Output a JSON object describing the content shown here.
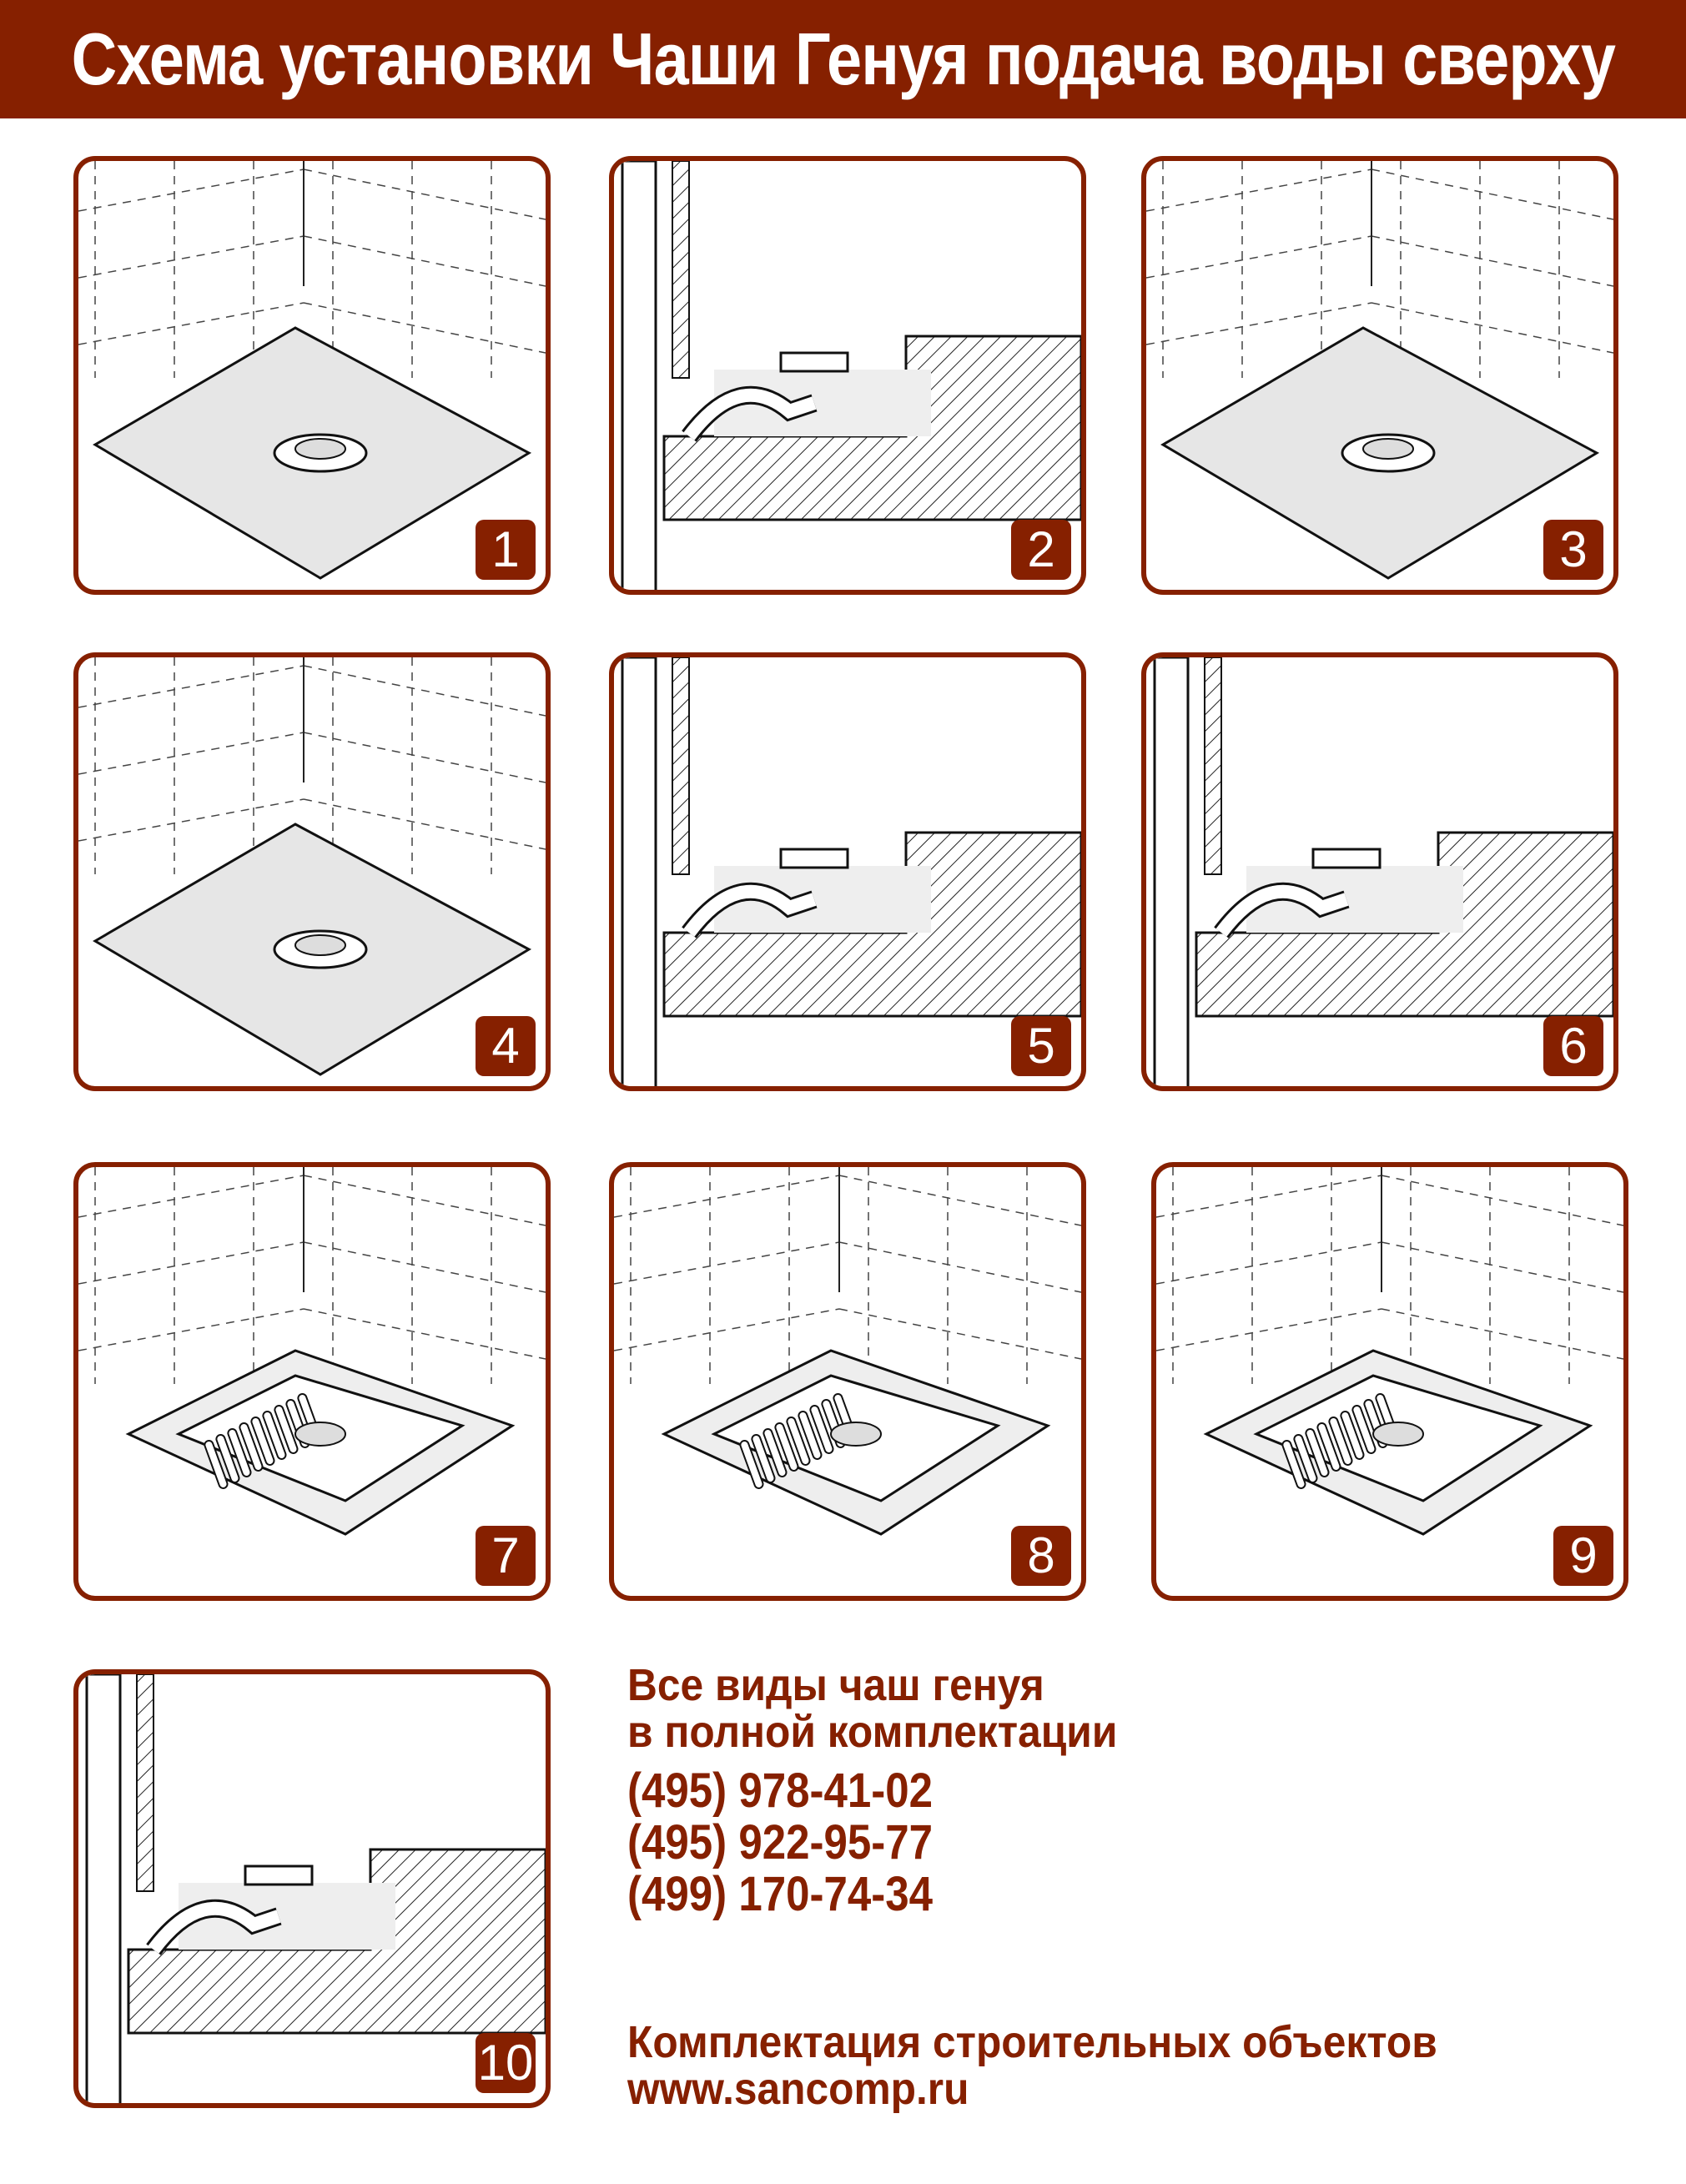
{
  "header": {
    "title": "Схема установки Чаши Генуя подача воды сверху"
  },
  "steps": [
    {
      "number": "1",
      "scene": "room"
    },
    {
      "number": "2",
      "scene": "section"
    },
    {
      "number": "3",
      "scene": "room"
    },
    {
      "number": "4",
      "scene": "room"
    },
    {
      "number": "5",
      "scene": "section"
    },
    {
      "number": "6",
      "scene": "section"
    },
    {
      "number": "7",
      "scene": "bowl"
    },
    {
      "number": "8",
      "scene": "bowl"
    },
    {
      "number": "9",
      "scene": "bowl"
    },
    {
      "number": "10",
      "scene": "section"
    }
  ],
  "info": {
    "line1": "Все виды чаш генуя",
    "line2": "в полной комплектации",
    "phones": [
      "(495) 978-41-02",
      "(495) 922-95-77",
      "(499) 170-74-34"
    ],
    "company": "Комплектация строительных объектов",
    "website": "www.sancomp.ru"
  },
  "colors": {
    "brand": "#862000"
  }
}
